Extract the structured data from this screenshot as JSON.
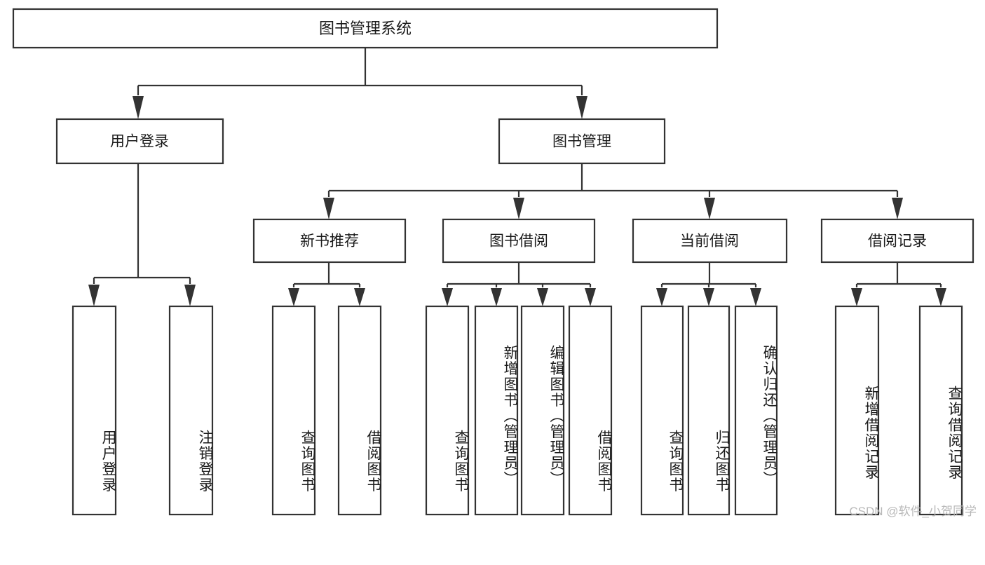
{
  "diagram": {
    "type": "tree",
    "title": "图书管理系统",
    "orientation": "top-down",
    "watermark": "CSDN @软件_小贺同学",
    "colors": {
      "box_fill": "#ffffff",
      "box_stroke": "#333333",
      "text": "#1a1a1a",
      "background": "#ffffff",
      "watermark": "#b8b8b8"
    },
    "nodes": {
      "root": {
        "label": "图书管理系统"
      },
      "level2": [
        {
          "id": "user-login",
          "label": "用户登录"
        },
        {
          "id": "book-manage",
          "label": "图书管理"
        }
      ],
      "level3": [
        {
          "id": "new-book-recommend",
          "label": "新书推荐"
        },
        {
          "id": "book-borrow",
          "label": "图书借阅"
        },
        {
          "id": "current-borrow",
          "label": "当前借阅"
        },
        {
          "id": "borrow-record",
          "label": "借阅记录"
        }
      ],
      "leaves": {
        "user_login": [
          {
            "id": "leaf-user-login",
            "label": "用户登录"
          },
          {
            "id": "leaf-logout",
            "label": "注销登录"
          }
        ],
        "new_book_recommend": [
          {
            "id": "leaf-query-book-1",
            "label": "查询图书"
          },
          {
            "id": "leaf-borrow-book-1",
            "label": "借阅图书"
          }
        ],
        "book_borrow": [
          {
            "id": "leaf-query-book-2",
            "label": "查询图书"
          },
          {
            "id": "leaf-add-book",
            "label": "新增图书（管理员）"
          },
          {
            "id": "leaf-edit-book",
            "label": "编辑图书（管理员）"
          },
          {
            "id": "leaf-borrow-book-2",
            "label": "借阅图书"
          }
        ],
        "current_borrow": [
          {
            "id": "leaf-query-book-3",
            "label": "查询图书"
          },
          {
            "id": "leaf-return-book",
            "label": "归还图书"
          },
          {
            "id": "leaf-confirm-return",
            "label": "确认归还（管理员）"
          }
        ],
        "borrow_record": [
          {
            "id": "leaf-add-record",
            "label": "新增借阅记录"
          },
          {
            "id": "leaf-query-record",
            "label": "查询借阅记录"
          }
        ]
      }
    }
  }
}
